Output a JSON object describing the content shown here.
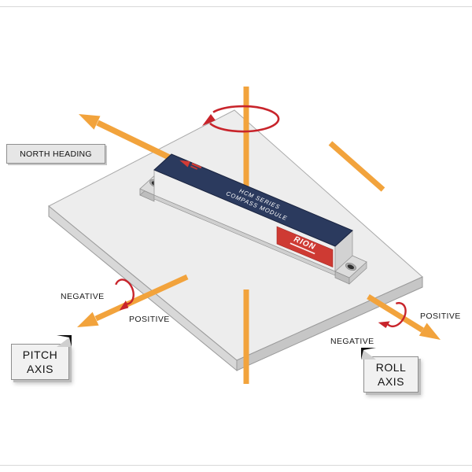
{
  "diagram": {
    "north_heading": "NORTH HEADING",
    "pitch": {
      "title_line1": "PITCH",
      "title_line2": "AXIS",
      "negative": "NEGATIVE",
      "positive": "POSITIVE"
    },
    "roll": {
      "title_line1": "ROLL",
      "title_line2": "AXIS",
      "negative": "NEGATIVE",
      "positive": "POSITIVE"
    },
    "module": {
      "brand": "RION",
      "line1": "HCM SERIES",
      "line2": "COMPASS MODULE"
    },
    "colors": {
      "axis_orange": "#F2A33C",
      "rotation_red": "#C8242B",
      "module_top_navy": "#2B3A5E",
      "brand_label_red": "#CE3A33",
      "plate_gray": "#EDEDED"
    }
  }
}
